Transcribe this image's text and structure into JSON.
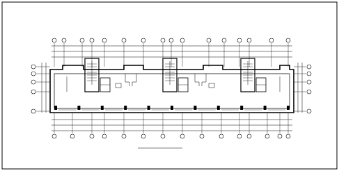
{
  "drawing": {
    "title": "",
    "scale": ""
  },
  "colors": {
    "line": "#000000",
    "background": "#ffffff"
  },
  "axes": {
    "top_bubble_count": 16,
    "bottom_bubble_count": 15,
    "left_bubble_count": 5,
    "right_bubble_count": 5
  },
  "units": {
    "stair_count": 3,
    "room_modules": 10
  }
}
